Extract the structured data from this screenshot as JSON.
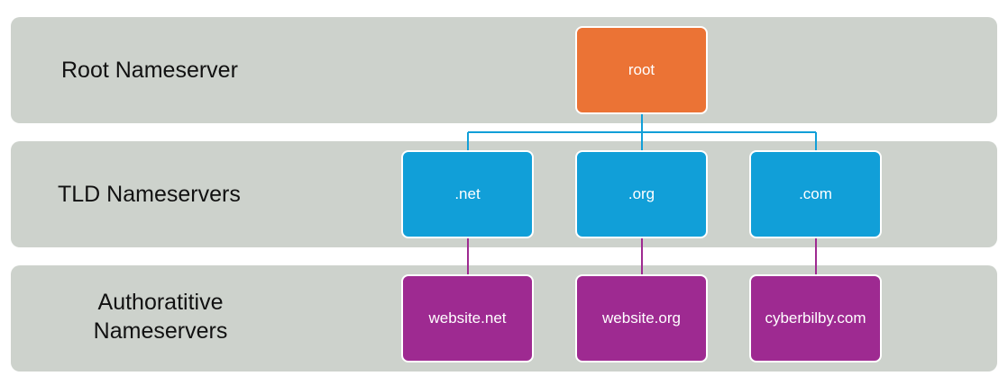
{
  "tiers": {
    "root": "Root Nameserver",
    "tld": "TLD Nameservers",
    "auth_line1": "Authoratitive",
    "auth_line2": "Nameservers"
  },
  "nodes": {
    "root": "root",
    "tld": [
      ".net",
      ".org",
      ".com"
    ],
    "auth": [
      "website.net",
      "website.org",
      "cyberbilby.com"
    ]
  },
  "colors": {
    "band": "#cdd2cc",
    "root": "#eb7335",
    "tld": "#119fd8",
    "auth": "#9e2a91",
    "tld_connector": "#119fd8",
    "auth_connector": "#9e2a91"
  }
}
